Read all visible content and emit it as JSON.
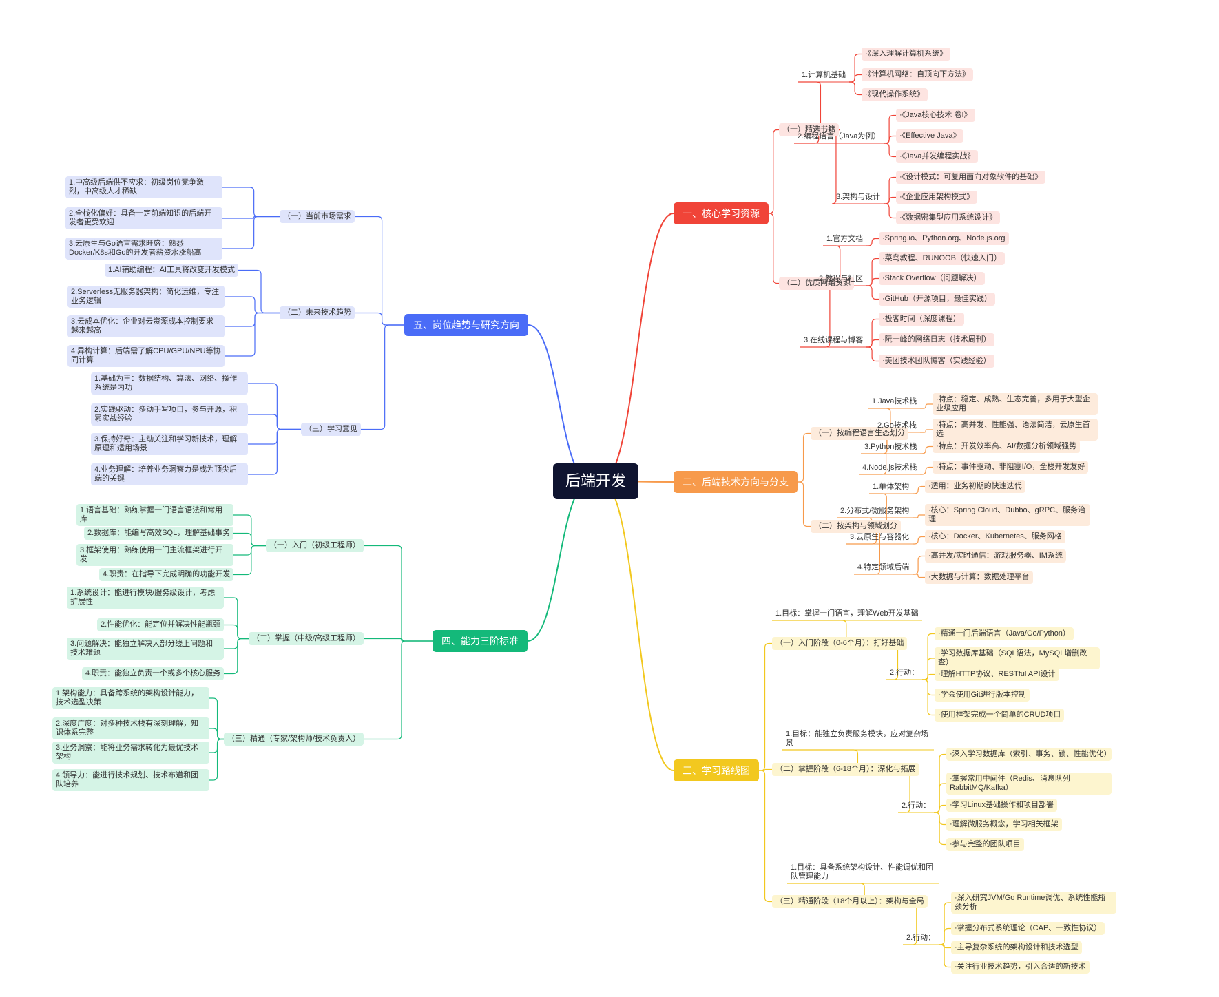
{
  "root": "后端开发",
  "branches": [
    {
      "id": "b1",
      "label": "一、核心学习资源",
      "color": "#f04438",
      "light": "#fde4e1",
      "children": [
        {
          "label": "（一）精选书籍",
          "children": [
            {
              "label": "1.计算机基础",
              "children": [
                {
                  "label": "·《深入理解计算机系统》"
                },
                {
                  "label": "·《计算机网络：自顶向下方法》"
                },
                {
                  "label": "·《现代操作系统》"
                }
              ]
            },
            {
              "label": "2.编程语言（Java为例）",
              "children": [
                {
                  "label": "·《Java核心技术 卷I》"
                },
                {
                  "label": "·《Effective Java》"
                },
                {
                  "label": "·《Java并发编程实战》"
                }
              ]
            },
            {
              "label": "3.架构与设计",
              "children": [
                {
                  "label": "·《设计模式：可复用面向对象软件的基础》"
                },
                {
                  "label": "·《企业应用架构模式》"
                },
                {
                  "label": "·《数据密集型应用系统设计》"
                }
              ]
            }
          ]
        },
        {
          "label": "（二）优质网络资源",
          "children": [
            {
              "label": "1.官方文档",
              "children": [
                {
                  "label": "·Spring.io、Python.org、Node.js.org"
                }
              ]
            },
            {
              "label": "2.教程与社区",
              "children": [
                {
                  "label": "·菜鸟教程、RUNOOB（快速入门）"
                },
                {
                  "label": "·Stack Overflow（问题解决）"
                },
                {
                  "label": "·GitHub（开源项目，最佳实践）"
                }
              ]
            },
            {
              "label": "3.在线课程与博客",
              "children": [
                {
                  "label": "·极客时间（深度课程）"
                },
                {
                  "label": "·阮一峰的网络日志（技术周刊）"
                },
                {
                  "label": "·美团技术团队博客（实践经验）"
                }
              ]
            }
          ]
        }
      ]
    },
    {
      "id": "b2",
      "label": "二、后端技术方向与分支",
      "color": "#f79a4b",
      "light": "#fdebdc",
      "children": [
        {
          "label": "（一）按编程语言生态划分",
          "children": [
            {
              "label": "1.Java技术栈",
              "children": [
                {
                  "label": "·特点：稳定、成熟、生态完善，多用于大型企业级应用"
                }
              ]
            },
            {
              "label": "2.Go技术栈",
              "children": [
                {
                  "label": "·特点：高并发、性能强、语法简洁，云原生首选"
                }
              ]
            },
            {
              "label": "3.Python技术栈",
              "children": [
                {
                  "label": "·特点：开发效率高、AI/数据分析领域强势"
                }
              ]
            },
            {
              "label": "4.Node.js技术栈",
              "children": [
                {
                  "label": "·特点：事件驱动、非阻塞I/O，全栈开发友好"
                }
              ]
            }
          ]
        },
        {
          "label": "（二）按架构与领域划分",
          "children": [
            {
              "label": "1.单体架构",
              "children": [
                {
                  "label": "·适用：业务初期的快速迭代"
                }
              ]
            },
            {
              "label": "2.分布式/微服务架构",
              "children": [
                {
                  "label": "·核心：Spring Cloud、Dubbo、gRPC、服务治理"
                }
              ]
            },
            {
              "label": "3.云原生与容器化",
              "children": [
                {
                  "label": "·核心：Docker、Kubernetes、服务网格"
                }
              ]
            },
            {
              "label": "4.特定领域后端",
              "children": [
                {
                  "label": "·高并发/实时通信：游戏服务器、IM系统"
                },
                {
                  "label": "·大数据与计算：数据处理平台"
                }
              ]
            }
          ]
        }
      ]
    },
    {
      "id": "b3",
      "label": "三、学习路线图",
      "color": "#f2c81f",
      "light": "#fdf5cf",
      "children": [
        {
          "label": "（一）入门阶段（0-6个月）：打好基础",
          "children": [
            {
              "label": "1.目标：掌握一门语言，理解Web开发基础",
              "children": []
            },
            {
              "label": "2.行动：",
              "children": [
                {
                  "label": "·精通一门后端语言（Java/Go/Python）"
                },
                {
                  "label": "·学习数据库基础（SQL语法，MySQL增删改查）"
                },
                {
                  "label": "·理解HTTP协议、RESTful API设计"
                },
                {
                  "label": "·学会使用Git进行版本控制"
                },
                {
                  "label": "·使用框架完成一个简单的CRUD项目"
                }
              ]
            }
          ]
        },
        {
          "label": "（二）掌握阶段（6-18个月）：深化与拓展",
          "children": [
            {
              "label": "1.目标：能独立负责服务模块，应对复杂场景",
              "children": []
            },
            {
              "label": "2.行动：",
              "children": [
                {
                  "label": "·深入学习数据库（索引、事务、锁、性能优化）"
                },
                {
                  "label": "·掌握常用中间件（Redis、消息队列 RabbitMQ/Kafka）"
                },
                {
                  "label": "·学习Linux基础操作和项目部署"
                },
                {
                  "label": "·理解微服务概念，学习相关框架"
                },
                {
                  "label": "·参与完整的团队项目"
                }
              ]
            }
          ]
        },
        {
          "label": "（三）精通阶段（18个月以上）：架构与全局",
          "children": [
            {
              "label": "1.目标：具备系统架构设计、性能调优和团队管理能力",
              "children": []
            },
            {
              "label": "2.行动：",
              "children": [
                {
                  "label": "·深入研究JVM/Go Runtime调优、系统性能瓶颈分析"
                },
                {
                  "label": "·掌握分布式系统理论（CAP、一致性协议）"
                },
                {
                  "label": "·主导复杂系统的架构设计和技术选型"
                },
                {
                  "label": "·关注行业技术趋势，引入合适的新技术"
                }
              ]
            }
          ]
        }
      ]
    },
    {
      "id": "b4",
      "label": "四、能力三阶标准",
      "color": "#14b97a",
      "light": "#d5f4e6",
      "children": [
        {
          "label": "（一）入门（初级工程师）",
          "children": [
            {
              "label": "1.语言基础：熟练掌握一门语言语法和常用库"
            },
            {
              "label": "2.数据库：能编写高效SQL，理解基础事务"
            },
            {
              "label": "3.框架使用：熟练使用一门主流框架进行开发"
            },
            {
              "label": "4.职责：在指导下完成明确的功能开发"
            }
          ]
        },
        {
          "label": "（二）掌握（中级/高级工程师）",
          "children": [
            {
              "label": "1.系统设计：能进行模块/服务级设计，考虑扩展性"
            },
            {
              "label": "2.性能优化：能定位并解决性能瓶颈"
            },
            {
              "label": "3.问题解决：能独立解决大部分线上问题和技术难题"
            },
            {
              "label": "4.职责：能独立负责一个或多个核心服务"
            }
          ]
        },
        {
          "label": "（三）精通（专家/架构师/技术负责人）",
          "children": [
            {
              "label": "1.架构能力：具备跨系统的架构设计能力，技术选型决策"
            },
            {
              "label": "2.深度广度：对多种技术栈有深刻理解，知识体系完整"
            },
            {
              "label": "3.业务洞察：能将业务需求转化为最优技术架构"
            },
            {
              "label": "4.领导力：能进行技术规划、技术布道和团队培养"
            }
          ]
        }
      ]
    },
    {
      "id": "b5",
      "label": "五、岗位趋势与研究方向",
      "color": "#4a6cf7",
      "light": "#dfe4fb",
      "children": [
        {
          "label": "（一）当前市场需求",
          "children": [
            {
              "label": "1.中高级后端供不应求：初级岗位竞争激烈，中高级人才稀缺"
            },
            {
              "label": "2.全栈化偏好：具备一定前端知识的后端开发者更受欢迎"
            },
            {
              "label": "3.云原生与Go语言需求旺盛：熟悉Docker/K8s和Go的开发者薪资水涨船高"
            }
          ]
        },
        {
          "label": "（二）未来技术趋势",
          "children": [
            {
              "label": "1.AI辅助编程：AI工具将改变开发模式"
            },
            {
              "label": "2.Serverless无服务器架构：简化运维，专注业务逻辑"
            },
            {
              "label": "3.云成本优化：企业对云资源成本控制要求越来越高"
            },
            {
              "label": "4.异构计算：后端需了解CPU/GPU/NPU等协同计算"
            }
          ]
        },
        {
          "label": "（三）学习意见",
          "children": [
            {
              "label": "1.基础为王：数据结构、算法、网络、操作系统是内功"
            },
            {
              "label": "2.实践驱动：多动手写项目，参与开源，积累实战经验"
            },
            {
              "label": "3.保持好奇：主动关注和学习新技术，理解原理和适用场景"
            },
            {
              "label": "4.业务理解：培养业务洞察力是成为顶尖后端的关键"
            }
          ]
        }
      ]
    }
  ]
}
